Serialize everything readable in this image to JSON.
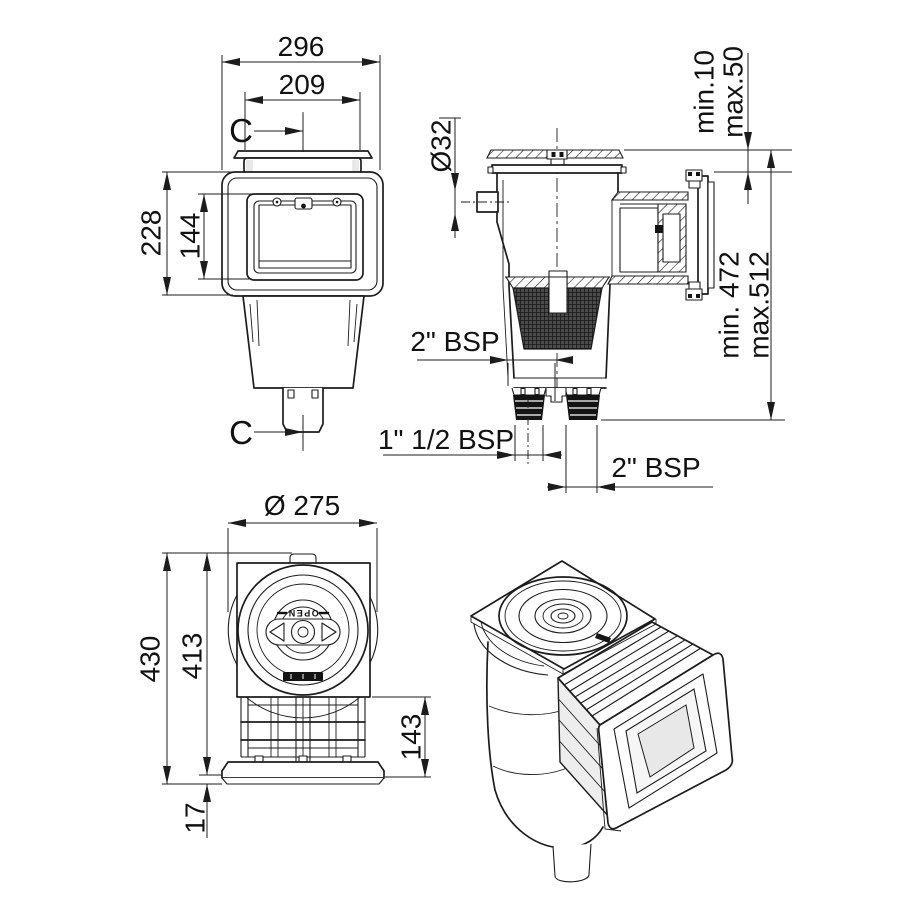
{
  "colors": {
    "line": "#1c1c1c",
    "background": "#ffffff"
  },
  "front_view": {
    "dim_overall_width": "296",
    "dim_lid_width": "209",
    "dim_body_height": "228",
    "dim_window_height": "144",
    "section_label_top": "C",
    "section_label_bottom": "C"
  },
  "section_view": {
    "dim_port_diameter": "Ø32",
    "dim_lip_min": "min.10",
    "dim_lip_max": "max.50",
    "dim_height_min": "min. 472",
    "dim_height_max": "max.512",
    "label_top_port": "2\" BSP",
    "label_bottom_left_port": "1\" 1/2 BSP",
    "label_bottom_right_port": "2\" BSP"
  },
  "top_view": {
    "dim_lid_diameter": "Ø 275",
    "dim_total_height": "430",
    "dim_body_height": "413",
    "dim_grate_height": "143",
    "dim_lip_thickness": "17",
    "lid_label": "OPEN"
  }
}
